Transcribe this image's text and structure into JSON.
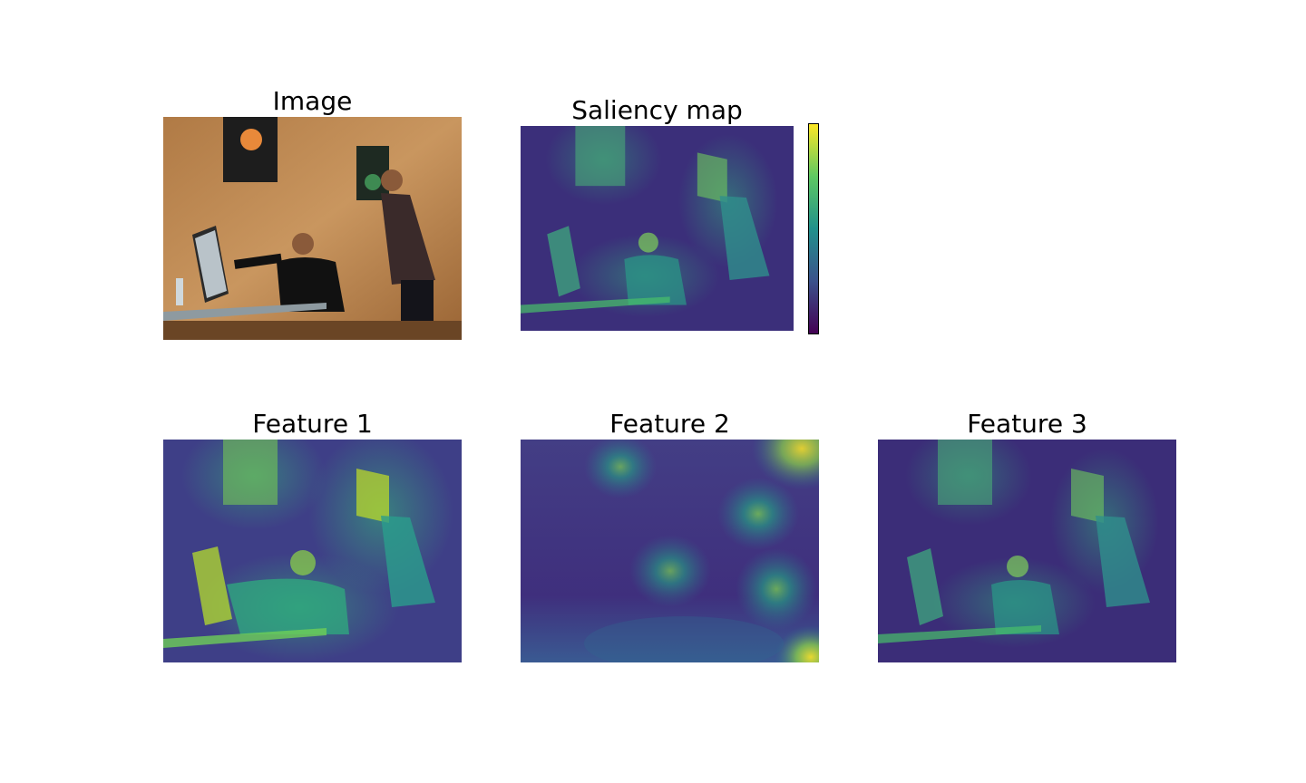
{
  "panels": {
    "image": {
      "title": "Image"
    },
    "saliency": {
      "title": "Saliency map"
    },
    "feature1": {
      "title": "Feature 1"
    },
    "feature2": {
      "title": "Feature 2"
    },
    "feature3": {
      "title": "Feature 3"
    }
  },
  "colormap": "viridis",
  "colors": {
    "viridis_low": "#440154",
    "viridis_mid": "#21918c",
    "viridis_high": "#fde725",
    "wall": "#c08a55"
  }
}
